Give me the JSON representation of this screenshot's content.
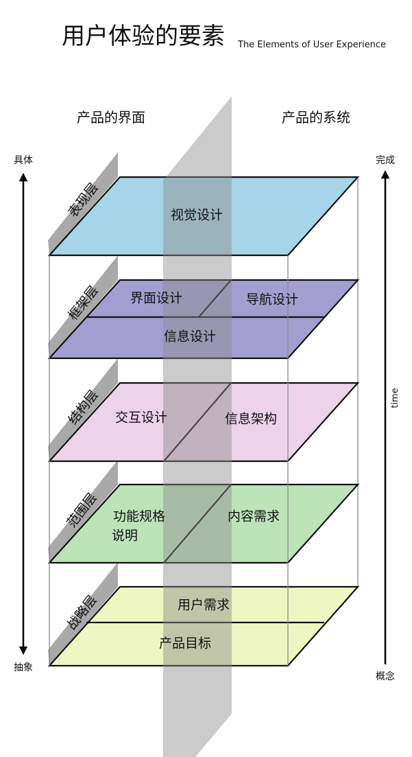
{
  "title": "用户体验的要素",
  "subtitle": "The Elements of User Experience",
  "headers": {
    "left": "产品的界面",
    "right": "产品的系统"
  },
  "axes": {
    "left_top": "具体",
    "left_bottom": "抽象",
    "right_top": "完成",
    "right_bottom": "概念",
    "right_label": "time"
  },
  "layers": [
    {
      "name": "表现层",
      "color": "#a6d5e8",
      "items": [
        "视觉设计"
      ]
    },
    {
      "name": "框架层",
      "color": "#a29fd0",
      "items": [
        "界面设计",
        "导航设计",
        "信息设计"
      ]
    },
    {
      "name": "结构层",
      "color": "#ecd3e7",
      "items": [
        "交互设计",
        "信息架构"
      ]
    },
    {
      "name": "范围层",
      "color": "#bde3b9",
      "items": [
        "功能规格",
        "说明",
        "内容需求"
      ]
    },
    {
      "name": "战略层",
      "color": "#eef6c1",
      "items": [
        "用户需求",
        "产品目标"
      ]
    }
  ]
}
